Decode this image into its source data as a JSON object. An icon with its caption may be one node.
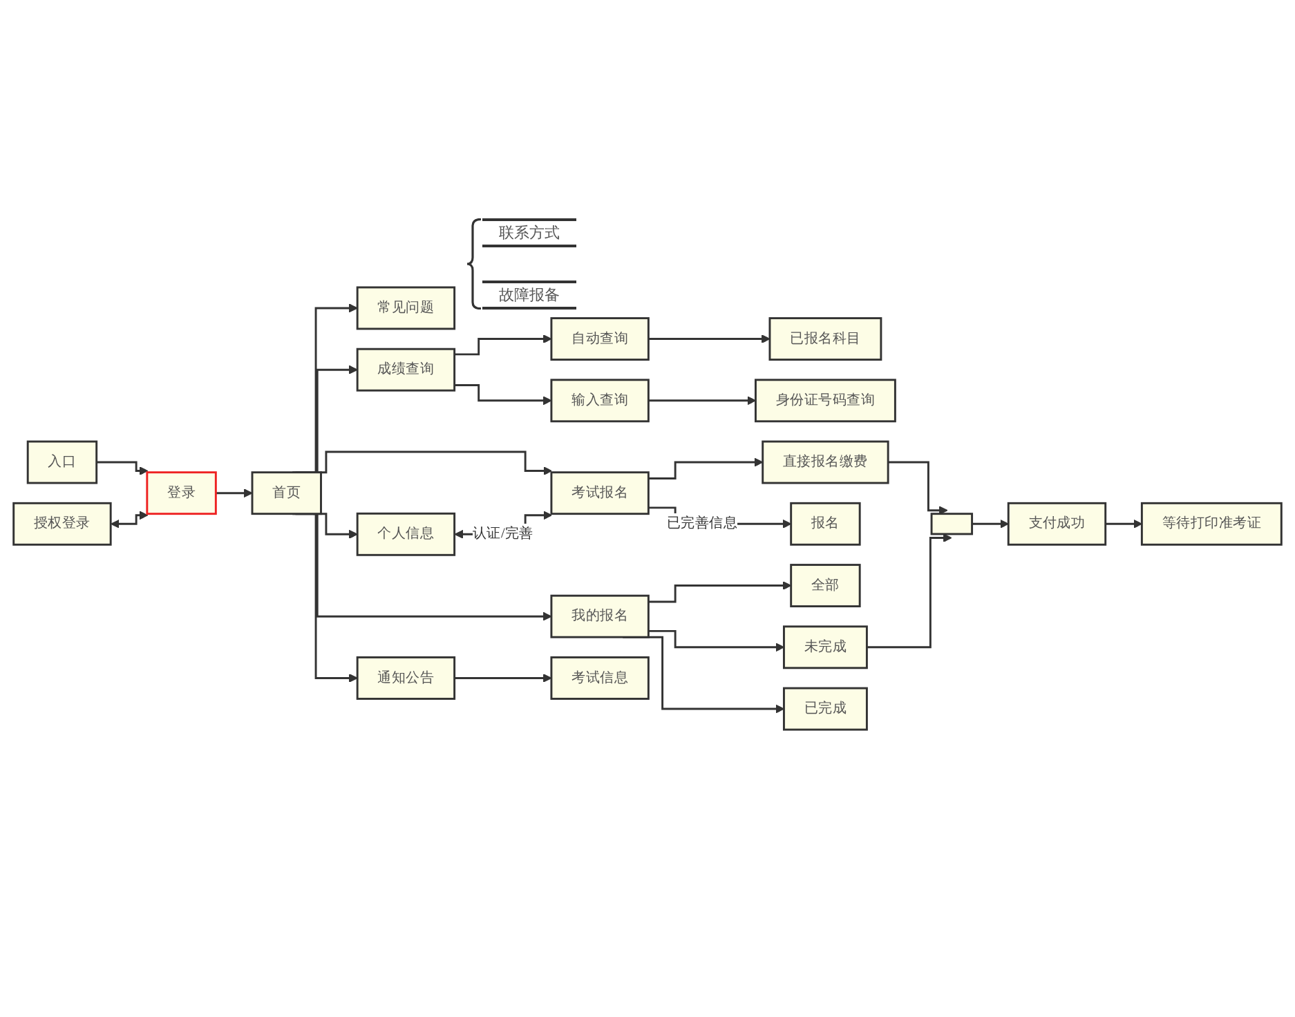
{
  "diagram": {
    "nodes": [
      {
        "text": [
          "入口"
        ]
      },
      {
        "text": [
          "授权登录"
        ]
      },
      {
        "text": [
          "登录"
        ]
      },
      {
        "text": [
          "首页"
        ]
      },
      {
        "text": [
          "常见问题"
        ]
      },
      {
        "text": [
          "成绩查询"
        ]
      },
      {
        "text": [
          "自动查询"
        ]
      },
      {
        "text": [
          "已报名科目"
        ]
      },
      {
        "text": [
          "输入查询"
        ]
      },
      {
        "text": [
          "身份证号码查询"
        ]
      },
      {
        "text": [
          "个人信息"
        ]
      },
      {
        "text": [
          "考试报名"
        ]
      },
      {
        "text": [
          "直接报名缴费"
        ]
      },
      {
        "text": [
          "报名"
        ]
      },
      {
        "text": [
          "我的报名"
        ]
      },
      {
        "text": [
          "全部"
        ]
      },
      {
        "text": [
          "未完成"
        ]
      },
      {
        "text": [
          "已完成"
        ]
      },
      {
        "text": [],
        "shape": "box"
      },
      {
        "text": [
          "支付成功"
        ]
      },
      {
        "text": [
          "等待打印准考证"
        ]
      },
      {
        "text": [
          "通知公告"
        ]
      },
      {
        "text": [
          "考试信息"
        ]
      }
    ],
    "edges": [
      {
        "from": 0,
        "to": 2,
        "arrow": "to"
      },
      {
        "from": 1,
        "to": 2,
        "arrow": "both"
      },
      {
        "from": 2,
        "to": 3,
        "arrow": "to"
      },
      {
        "from": 3,
        "to": 4,
        "arrow": "to"
      },
      {
        "from": 3,
        "to": 5,
        "arrow": "to"
      },
      {
        "from": 5,
        "to": 6,
        "arrow": "to"
      },
      {
        "from": 5,
        "to": 8,
        "arrow": "to"
      },
      {
        "from": 6,
        "to": 7,
        "arrow": "to"
      },
      {
        "from": 8,
        "to": 9,
        "arrow": "to"
      },
      {
        "from": 3,
        "to": 10,
        "arrow": "to"
      },
      {
        "from": 3,
        "to": 11,
        "arrow": "to"
      },
      {
        "from": 10,
        "to": 11,
        "arrow": "both",
        "label": "认证/完善"
      },
      {
        "from": 11,
        "to": 12,
        "arrow": "to"
      },
      {
        "from": 11,
        "to": 13,
        "arrow": "to",
        "label": "已完善信息"
      },
      {
        "from": 12,
        "to": 18,
        "arrow": "to"
      },
      {
        "from": 3,
        "to": 14,
        "arrow": "to"
      },
      {
        "from": 14,
        "to": 15,
        "arrow": "to"
      },
      {
        "from": 14,
        "to": 16,
        "arrow": "to"
      },
      {
        "from": 14,
        "to": 17,
        "arrow": "to"
      },
      {
        "from": 16,
        "to": 18,
        "arrow": "to"
      },
      {
        "from": 18,
        "to": 19,
        "arrow": "to"
      },
      {
        "from": 19,
        "to": 20,
        "arrow": "to"
      },
      {
        "from": 3,
        "to": 21,
        "arrow": "to"
      },
      {
        "from": 21,
        "to": 22,
        "arrow": "to"
      }
    ],
    "labels": [
      "联系方式",
      "故障报备"
    ]
  }
}
